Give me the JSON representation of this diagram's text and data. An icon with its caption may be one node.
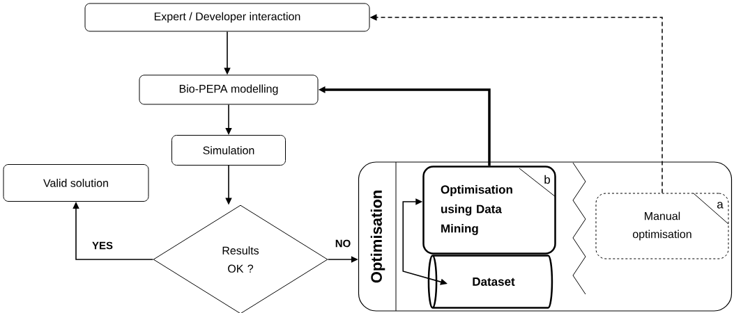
{
  "diagram": {
    "nodes": [
      {
        "text": [
          "Expert / Developer interaction"
        ]
      },
      {
        "text": [
          "Bio-PEPA modelling"
        ]
      },
      {
        "text": [
          "Simulation"
        ]
      },
      {
        "text": [
          "Valid solution"
        ]
      },
      {
        "text": [
          "Results OK ?"
        ]
      },
      {
        "text": [
          "Optimisation"
        ]
      },
      {
        "text": [
          "Optimisation using Data Mining",
          "b"
        ],
        "in": 5
      },
      {
        "text": [
          "Dataset"
        ],
        "in": 5
      },
      {
        "text": [
          "Manual optimisation",
          "a"
        ],
        "in": 5
      }
    ],
    "edges": [
      {
        "from": 0,
        "to": 1,
        "arrow": "to"
      },
      {
        "from": 1,
        "to": 2,
        "arrow": "to"
      },
      {
        "from": 2,
        "to": 4,
        "arrow": "to"
      },
      {
        "from": 4,
        "to": 3,
        "arrow": "to",
        "label": "YES"
      },
      {
        "from": 4,
        "to": 5,
        "arrow": "to",
        "label": "NO"
      },
      {
        "from": 6,
        "to": 1,
        "arrow": "to",
        "style": "thick"
      },
      {
        "from": 8,
        "to": 0,
        "arrow": "to",
        "style": "dashed"
      },
      {
        "from": 6,
        "to": 7,
        "arrow": "both"
      }
    ]
  }
}
